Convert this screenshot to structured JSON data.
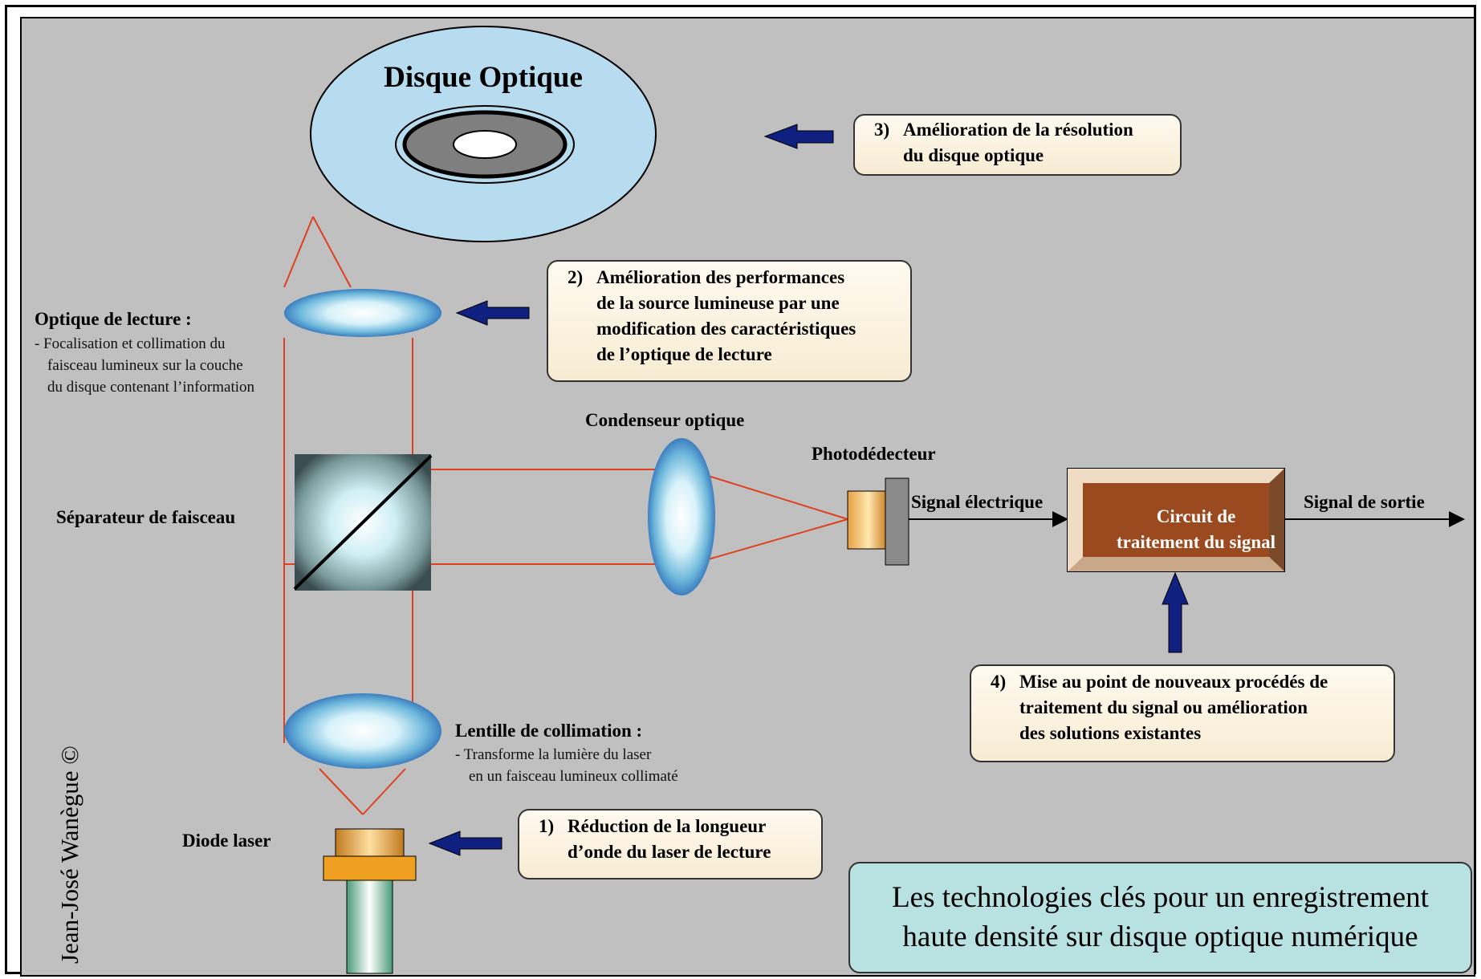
{
  "disc": {
    "title": "Disque Optique"
  },
  "labels": {
    "optique_lecture": "Optique de lecture :",
    "optique_lecture_note": [
      "- Focalisation et collimation du",
      "faisceau lumineux sur la couche",
      "du disque contenant l’information"
    ],
    "separateur": "Séparateur de faisceau",
    "condenseur": "Condenseur optique",
    "photodetecteur": "Photodédecteur",
    "signal_electrique": "Signal électrique",
    "signal_sortie": "Signal de sortie",
    "circuit": [
      "Circuit de",
      "traitement du signal"
    ],
    "lentille": "Lentille de collimation :",
    "lentille_note": [
      "- Transforme la lumière du laser",
      "en un faisceau lumineux collimaté"
    ],
    "diode": "Diode laser"
  },
  "boxes": [
    {
      "num": "1)",
      "lines": [
        "Réduction de la longueur",
        "d’onde du laser de lecture"
      ]
    },
    {
      "num": "2)",
      "lines": [
        "Amélioration des performances",
        "de la source lumineuse par une",
        "modification des caractéristiques",
        "de l’optique de lecture"
      ]
    },
    {
      "num": "3)",
      "lines": [
        "Amélioration de la résolution",
        "du disque optique"
      ]
    },
    {
      "num": "4)",
      "lines": [
        "Mise au point de nouveaux procédés de",
        "traitement du signal ou amélioration",
        "des solutions existantes"
      ]
    }
  ],
  "title": [
    "Les technologies clés pour un enregistrement",
    "haute densité sur disque optique numérique"
  ],
  "copyright": "Jean-José Wanègue ©",
  "colors": {
    "background": "#c0c0c0",
    "beam": "#e04020",
    "arrow": "#102080",
    "disc": "#b8dcef",
    "circuit": "#9a4a1e",
    "title_box": "#b8e2e2"
  }
}
